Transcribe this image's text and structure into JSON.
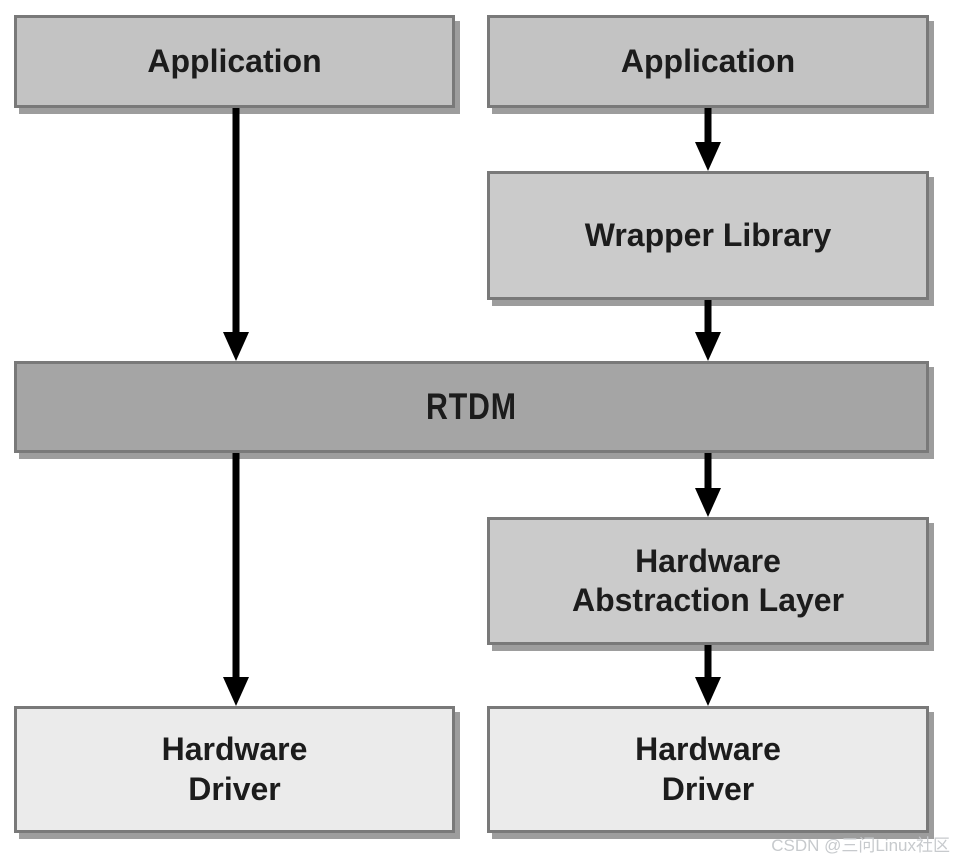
{
  "nodes": {
    "app_left": "Application",
    "app_right": "Application",
    "wrapper_library": "Wrapper Library",
    "rtdm": "RTDM",
    "hal": "Hardware\nAbstraction Layer",
    "driver_left": "Hardware\nDriver",
    "driver_right": "Hardware\nDriver"
  },
  "arrows": [
    {
      "from": "application-left",
      "to": "rtdm"
    },
    {
      "from": "application-right",
      "to": "wrapper-library"
    },
    {
      "from": "wrapper-library",
      "to": "rtdm"
    },
    {
      "from": "rtdm",
      "to": "hardware-abstraction-layer"
    },
    {
      "from": "rtdm",
      "to": "hardware-driver-left"
    },
    {
      "from": "hardware-abstraction-layer",
      "to": "hardware-driver-right"
    }
  ],
  "watermark": "CSDN @三问Linux社区",
  "colors": {
    "application_fill": "#c3c3c3",
    "wrapper_hal_fill": "#cbcbcb",
    "rtdm_fill": "#a5a5a5",
    "driver_fill": "#ebebeb",
    "box_border": "#797979",
    "box_shadow": "#9d9d9d",
    "arrow": "#000000",
    "text": "#1c1c1c",
    "watermark_text": "#c7cacd",
    "background": "#ffffff"
  }
}
